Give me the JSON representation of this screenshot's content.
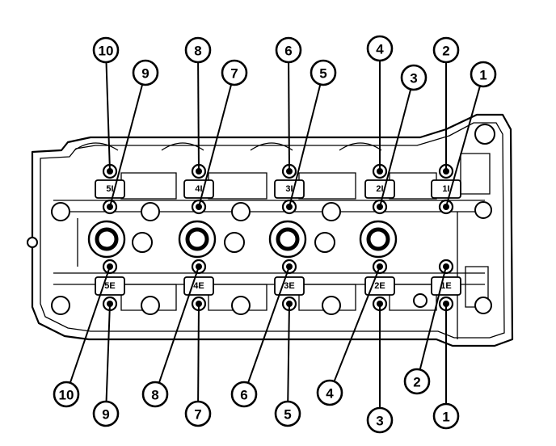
{
  "cap_markings": {
    "intake": [
      "5I",
      "4I",
      "3I",
      "2I",
      "1I"
    ],
    "exhaust": [
      "5E",
      "4E",
      "3E",
      "2E",
      "1E"
    ]
  },
  "bolt_callouts": {
    "top_row": [
      "10",
      "9",
      "8",
      "7",
      "6",
      "5",
      "4",
      "3",
      "2",
      "1"
    ],
    "bottom_row": [
      "10",
      "9",
      "8",
      "7",
      "6",
      "5",
      "4",
      "3",
      "2",
      "1"
    ]
  }
}
